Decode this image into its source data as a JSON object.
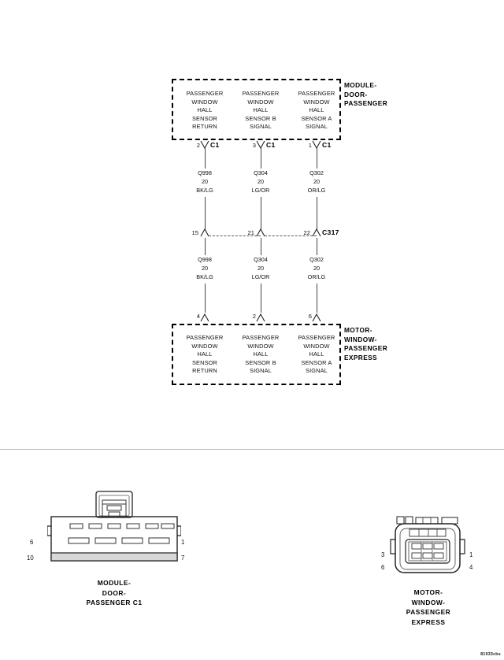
{
  "diagram": {
    "title_code": "81933cbs",
    "top_module": {
      "name_lines": [
        "MODULE-",
        "DOOR-",
        "PASSENGER"
      ],
      "terminals": [
        {
          "pin": "2",
          "connector": "C1",
          "lines": [
            "PASSENGER",
            "WINDOW",
            "HALL",
            "SENSOR",
            "RETURN"
          ]
        },
        {
          "pin": "3",
          "connector": "C1",
          "lines": [
            "PASSENGER",
            "WINDOW",
            "HALL",
            "SENSOR B",
            "SIGNAL"
          ]
        },
        {
          "pin": "1",
          "connector": "C1",
          "lines": [
            "PASSENGER",
            "WINDOW",
            "HALL",
            "SENSOR A",
            "SIGNAL"
          ]
        }
      ]
    },
    "upper_wires": [
      {
        "circuit": "Q998",
        "gauge": "20",
        "color": "BK/LG"
      },
      {
        "circuit": "Q304",
        "gauge": "20",
        "color": "LG/OR"
      },
      {
        "circuit": "Q302",
        "gauge": "20",
        "color": "OR/LG"
      }
    ],
    "inline_connector": {
      "name": "C317",
      "pins": [
        "15",
        "21",
        "22"
      ]
    },
    "lower_wires": [
      {
        "circuit": "Q998",
        "gauge": "20",
        "color": "BK/LG"
      },
      {
        "circuit": "Q304",
        "gauge": "20",
        "color": "LG/OR"
      },
      {
        "circuit": "Q302",
        "gauge": "20",
        "color": "OR/LG"
      }
    ],
    "bottom_module": {
      "name_lines": [
        "MOTOR-",
        "WINDOW-",
        "PASSENGER",
        "EXPRESS"
      ],
      "terminals": [
        {
          "pin": "4",
          "lines": [
            "PASSENGER",
            "WINDOW",
            "HALL",
            "SENSOR",
            "RETURN"
          ]
        },
        {
          "pin": "2",
          "lines": [
            "PASSENGER",
            "WINDOW",
            "HALL",
            "SENSOR B",
            "SIGNAL"
          ]
        },
        {
          "pin": "6",
          "lines": [
            "PASSENGER",
            "WINDOW",
            "HALL",
            "SENSOR A",
            "SIGNAL"
          ]
        }
      ]
    }
  },
  "connector_views": [
    {
      "caption_lines": [
        "MODULE-",
        "DOOR-",
        "PASSENGER C1"
      ],
      "pin_top_left": "6",
      "pin_bottom_left": "10",
      "pin_top_right": "1",
      "pin_bottom_right": "7"
    },
    {
      "caption_lines": [
        "MOTOR-",
        "WINDOW-",
        "PASSENGER",
        "EXPRESS"
      ],
      "pin_top_left": "3",
      "pin_bottom_left": "6",
      "pin_top_right": "1",
      "pin_bottom_right": "4"
    }
  ]
}
